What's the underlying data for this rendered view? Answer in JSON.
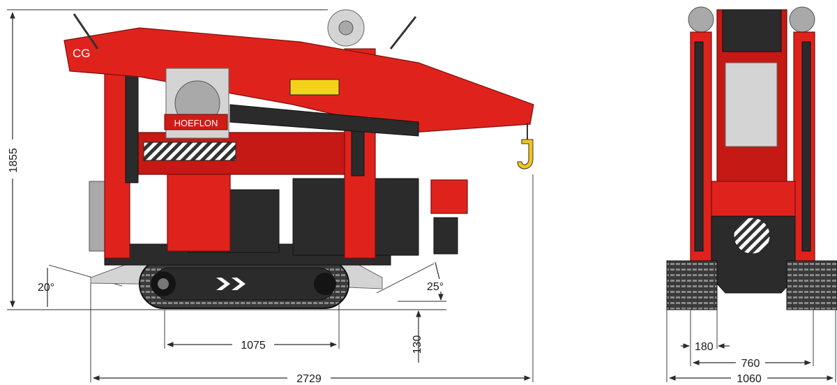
{
  "drawing": {
    "side_view": {
      "dimensions": {
        "height": "1855",
        "track_length": "1075",
        "overall_length": "2729",
        "ground_clearance": "130"
      },
      "angles": {
        "rear_approach": "20°",
        "front_approach": "25°"
      },
      "labels": {
        "brand_mark": "CG",
        "boom_brand": "HOEFLON"
      }
    },
    "front_view": {
      "dimensions": {
        "track_width": "180",
        "inner_track_span": "760",
        "overall_width": "1060"
      }
    }
  },
  "colors": {
    "machine_red": "#e0221d",
    "track_dark": "#2b2b2b",
    "dimension_line": "#2a2a2a"
  }
}
